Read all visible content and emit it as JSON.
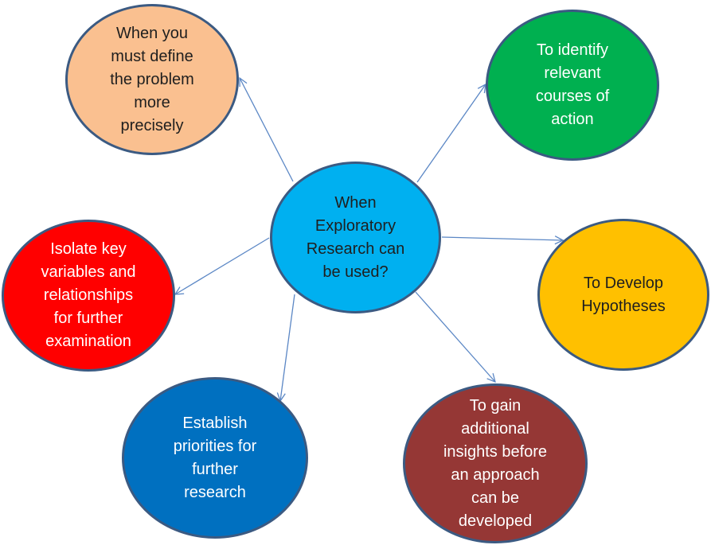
{
  "diagram": {
    "center": {
      "label": "When\nExploratory\nResearch can\nbe used?",
      "fill": "#00b0f0",
      "text_color": "#1f1f1f"
    },
    "nodes": [
      {
        "id": "define",
        "label": "When you\nmust define\nthe problem\nmore\nprecisely",
        "fill": "#fac090",
        "text_color": "#1f1f1f"
      },
      {
        "id": "action",
        "label": "To identify\nrelevant\ncourses of\naction",
        "fill": "#00b050",
        "text_color": "#ffffff"
      },
      {
        "id": "hyp",
        "label": "To Develop\nHypotheses",
        "fill": "#ffc000",
        "text_color": "#1f1f1f"
      },
      {
        "id": "gain",
        "label": "To gain\nadditional\ninsights before\nan approach\ncan be\ndeveloped",
        "fill": "#953735",
        "text_color": "#ffffff"
      },
      {
        "id": "prio",
        "label": "Establish\npriorities for\nfurther\nresearch",
        "fill": "#0070c0",
        "text_color": "#ffffff"
      },
      {
        "id": "vars",
        "label": "Isolate key\nvariables and\nrelationships\nfor further\nexamination",
        "fill": "#ff0000",
        "text_color": "#ffffff"
      }
    ],
    "border_color": "#3b5a82",
    "connector_color": "#5b87c5"
  }
}
